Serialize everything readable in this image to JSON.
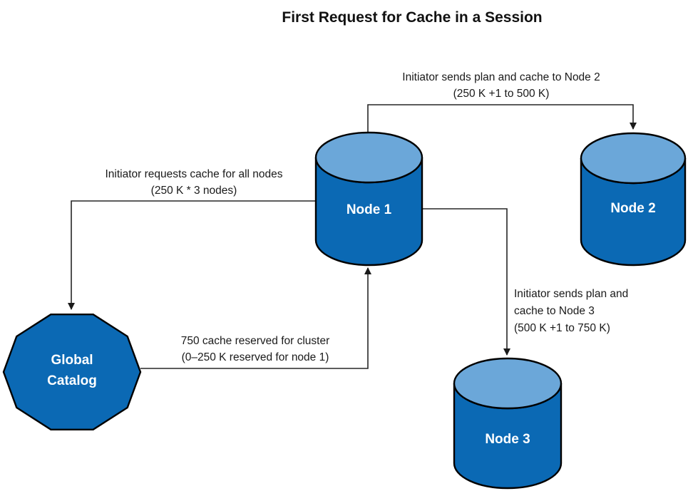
{
  "title": "First Request for Cache in a Session",
  "colors": {
    "node_body": "#0b69b4",
    "node_top": "#6ba7d9",
    "shape_outline": "#000000",
    "connector": "#262626",
    "node_label_text": "#ffffff",
    "annotation_text": "#1a1a1a"
  },
  "nodes": {
    "node1": {
      "label": "Node 1"
    },
    "node2": {
      "label": "Node 2"
    },
    "node3": {
      "label": "Node 3"
    },
    "catalog": {
      "line1": "Global",
      "line2": "Catalog"
    }
  },
  "annotations": {
    "plan_to_node2": {
      "line1": "Initiator sends plan and cache to Node 2",
      "line2": "(250 K +1 to 500 K)"
    },
    "request_cache": {
      "line1": "Initiator requests cache for all nodes",
      "line2": "(250 K * 3 nodes)"
    },
    "cache_reserved": {
      "line1": "750 cache reserved for cluster",
      "line2": "(0–250 K reserved for node 1)"
    },
    "plan_to_node3": {
      "line1": "Initiator sends plan and",
      "line2": "cache to Node 3",
      "line3": "(500 K +1 to 750 K)"
    }
  }
}
